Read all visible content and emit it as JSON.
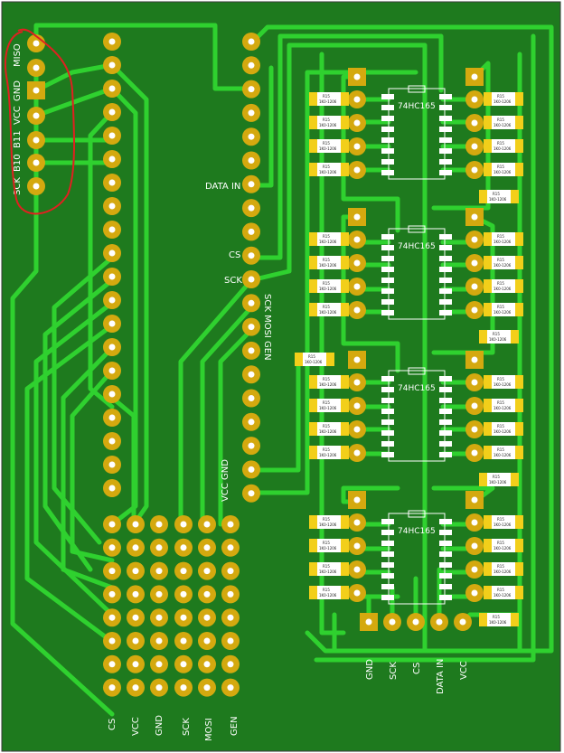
{
  "board": {
    "colors": {
      "substrate": "#1e7a1e",
      "copper": "#2fd12f",
      "pad": "#d4a90f",
      "silk": "#ffffff",
      "annotation": "#e02020",
      "resistor": "#f2cf1a"
    },
    "left_header_labels": [
      "MISO",
      "GND",
      "VCC",
      "B11",
      "B10",
      "SCK"
    ],
    "middle_header_labels": {
      "datain": "DATA IN",
      "cs": "CS",
      "sck": "SCK",
      "sck_mosi_gen": "SCK MOSI GEN",
      "vcc_gnd": "VCC GND"
    },
    "bottom_header_labels": [
      "CS",
      "VCC",
      "GND",
      "SCK",
      "MOSI",
      "GEN"
    ],
    "chip_label": "74HC165",
    "resistor_label": "R15",
    "resistor_value": "1K0-1206",
    "output_labels": [
      "GND",
      "SCK",
      "CS",
      "DATA IN",
      "VCC"
    ]
  }
}
